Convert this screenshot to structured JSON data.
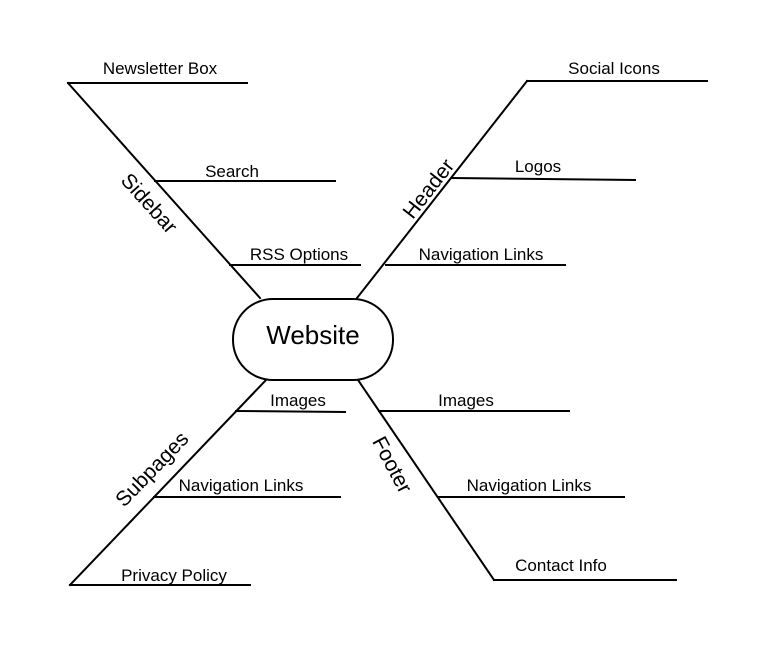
{
  "center": {
    "label": "Website"
  },
  "branches": {
    "sidebar": {
      "label": "Sidebar",
      "items": [
        "Newsletter Box",
        "Search",
        "RSS Options"
      ]
    },
    "header": {
      "label": "Header",
      "items": [
        "Social Icons",
        "Logos",
        "Navigation Links"
      ]
    },
    "subpages": {
      "label": "Subpages",
      "items": [
        "Images",
        "Navigation Links",
        "Privacy Policy"
      ]
    },
    "footer": {
      "label": "Footer",
      "items": [
        "Images",
        "Navigation Links",
        "Contact Info"
      ]
    }
  }
}
